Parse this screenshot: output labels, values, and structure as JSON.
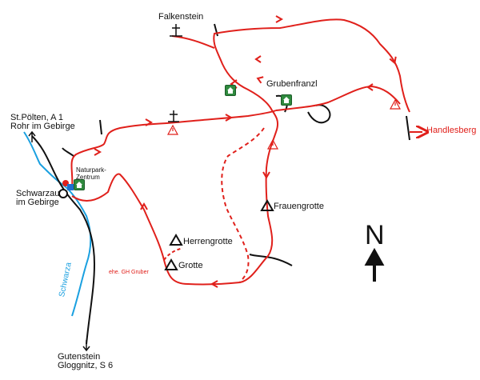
{
  "places": {
    "falkenstein": "Falkenstein",
    "grubenfranzl": "Grubenfranzl",
    "handlesberg": "Handlesberg",
    "st_poelten": "St.Pölten, A 1",
    "rohr": "Rohr im Gebirge",
    "naturpark_1": "Naturpark-",
    "naturpark_2": "Zentrum",
    "schwarzau_1": "Schwarzau",
    "schwarzau_2": "im Gebirge",
    "frauengrotte": "Frauengrotte",
    "herrengrotte": "Herrengrotte",
    "grotte": "Grotte",
    "gh_gruber": "ehe. GH Gruber",
    "gutenstein": "Gutenstein",
    "gloggnitz": "Gloggnitz, S 6"
  },
  "river": {
    "name": "Schwarza",
    "color": "#1aa0e0"
  },
  "compass": {
    "letter": "N"
  },
  "colors": {
    "route": "#e0201b",
    "road": "#111111",
    "hut": "#2f8a3e"
  },
  "symbols": [
    "cross-icon",
    "warning-icon",
    "hut-icon",
    "cave-icon",
    "direction-arrow-icon",
    "north-arrow-icon"
  ]
}
